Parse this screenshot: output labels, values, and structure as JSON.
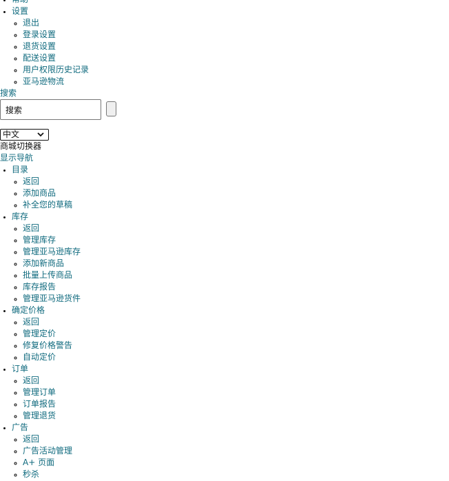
{
  "top_menu": {
    "help_label": "帮助",
    "settings": {
      "label": "设置",
      "items": [
        "退出",
        "登录设置",
        "退货设置",
        "配送设置",
        "用户权限历史记录",
        "亚马逊物流"
      ]
    }
  },
  "search": {
    "label": "搜索",
    "value": "搜索"
  },
  "language": {
    "selected": "中文"
  },
  "store_switcher_label": "商城切换器",
  "show_nav_label": "显示导航",
  "nav": [
    {
      "label": "目录",
      "items": [
        "返回",
        "添加商品",
        "补全您的草稿"
      ]
    },
    {
      "label": "库存",
      "items": [
        "返回",
        "管理库存",
        "管理亚马逊库存",
        "添加新商品",
        "批量上传商品",
        "库存报告",
        "管理亚马逊货件"
      ]
    },
    {
      "label": "确定价格",
      "items": [
        "返回",
        "管理定价",
        "修复价格警告",
        "自动定价"
      ]
    },
    {
      "label": "订单",
      "items": [
        "返回",
        "管理订单",
        "订单报告",
        "管理退货"
      ]
    },
    {
      "label": "广告",
      "items": [
        "返回",
        "广告活动管理",
        "A+ 页面",
        "秒杀"
      ]
    }
  ]
}
